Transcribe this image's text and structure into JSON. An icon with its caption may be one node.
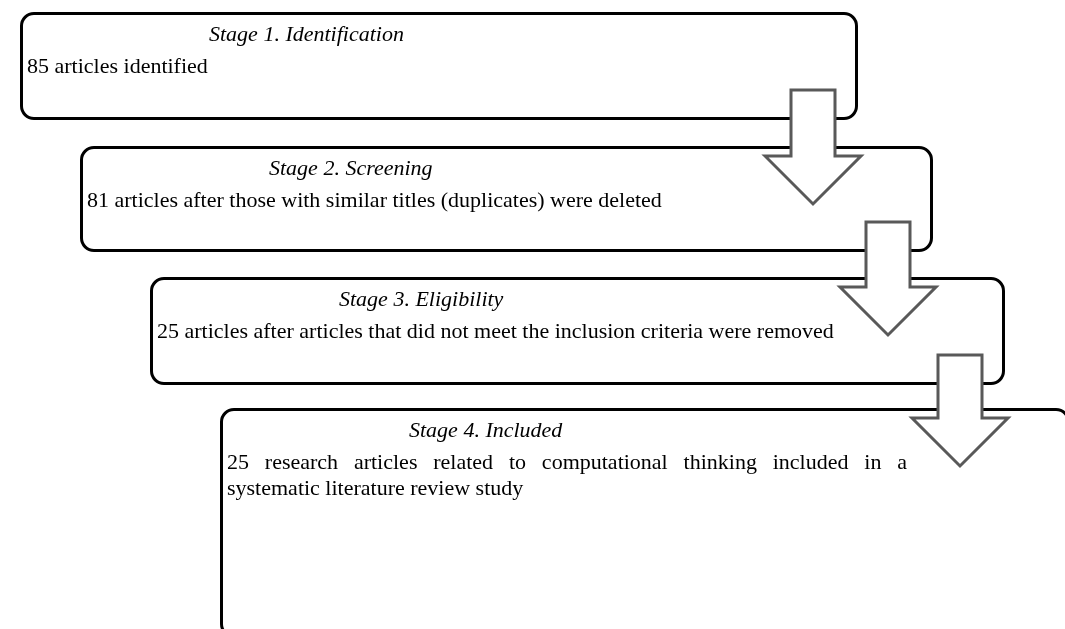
{
  "diagram": {
    "nodes": [
      {
        "text": [
          "Stage 1. Identification",
          "85 articles identified"
        ]
      },
      {
        "text": [
          "Stage 2. Screening",
          "81 articles after those with similar titles (duplicates) were deleted"
        ]
      },
      {
        "text": [
          "Stage 3. Eligibility",
          "25 articles after articles that did not meet the inclusion criteria were removed"
        ]
      },
      {
        "text": [
          "Stage 4. Included",
          "25 research articles related to computational thinking included in a systematic literature review study"
        ]
      }
    ],
    "edges": [
      {
        "from": 0,
        "to": 1,
        "arrow": "to"
      },
      {
        "from": 1,
        "to": 2,
        "arrow": "to"
      },
      {
        "from": 2,
        "to": 3,
        "arrow": "to"
      }
    ]
  }
}
